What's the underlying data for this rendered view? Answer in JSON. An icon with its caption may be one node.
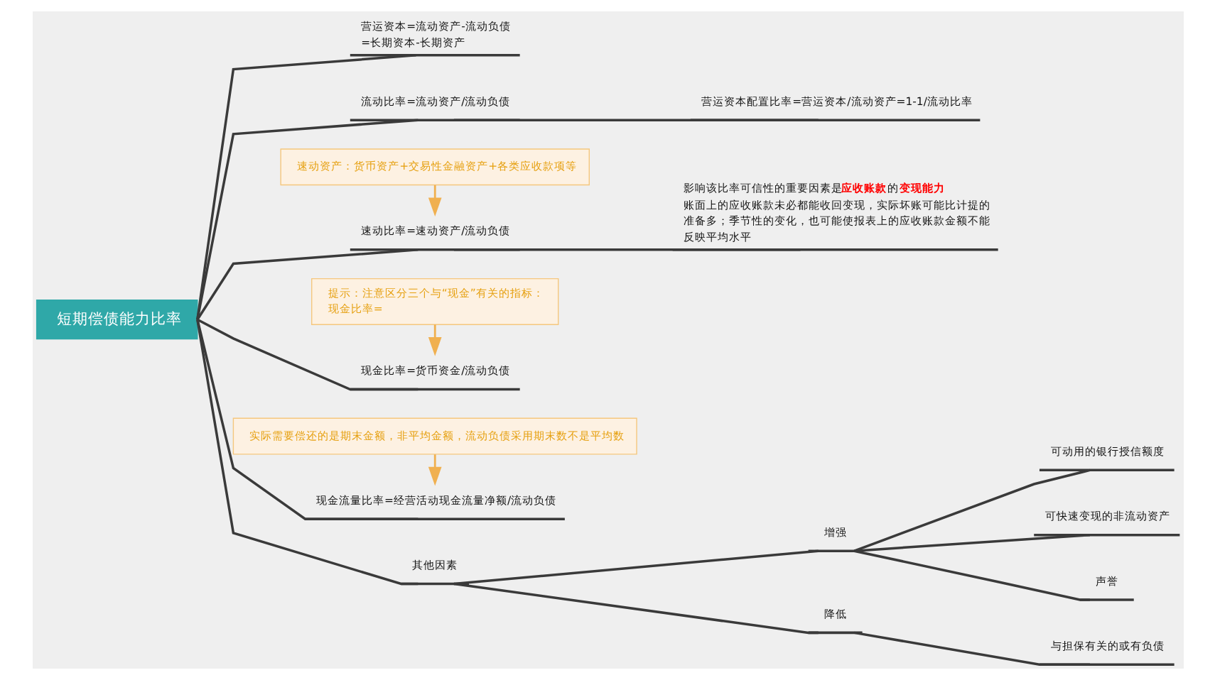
{
  "diagram": {
    "nodes": [
      {
        "text": [
          "短期偿债能力比率"
        ]
      },
      {
        "text": [
          "营运资本=流动资产-流动负债=长期资本-长期资产"
        ]
      },
      {
        "text": [
          "流动比率=流动资产/流动负债"
        ]
      },
      {
        "text": [
          "营运资本配置比率=营运资本/流动资产=1-1/流动比率"
        ]
      },
      {
        "text": [
          "速动资产：货币资产+交易性金融资产+各类应收款项等"
        ]
      },
      {
        "text": [
          "速动比率=速动资产/流动负债"
        ]
      },
      {
        "text": [
          "影响该比率可信性的重要因素是**应收账款**的**变现能力**",
          "账面上的应收账款未必都能收回变现，实际坏账可能比计提的准备多；季节性的变化，也可能使报表上的应收账款金额不能反映平均水平"
        ]
      },
      {
        "text": [
          "提示：注意区分三个与“现金”有关的指标：现金比率="
        ]
      },
      {
        "text": [
          "现金比率=货币资金/流动负债"
        ]
      },
      {
        "text": [
          "实际需要偿还的是期末金额，非平均金额，流动负债采用期末数不是平均数"
        ]
      },
      {
        "text": [
          "现金流量比率=经营活动现金流量净额/流动负债"
        ]
      },
      {
        "text": [
          "其他因素"
        ]
      },
      {
        "text": [
          "增强"
        ]
      },
      {
        "text": [
          "可动用的银行授信额度"
        ]
      },
      {
        "text": [
          "可快速变现的非流动资产"
        ]
      },
      {
        "text": [
          "声誉"
        ]
      },
      {
        "text": [
          "降低"
        ]
      },
      {
        "text": [
          "与担保有关的或有负债"
        ]
      }
    ],
    "edges": [
      {
        "from": 0,
        "to": 1,
        "arrow": "none"
      },
      {
        "from": 0,
        "to": 2,
        "arrow": "none"
      },
      {
        "from": 2,
        "to": 3,
        "arrow": "none"
      },
      {
        "from": 4,
        "to": 5,
        "arrow": "to",
        "color": "#f0b050"
      },
      {
        "from": 0,
        "to": 5,
        "arrow": "none"
      },
      {
        "from": 5,
        "to": 6,
        "arrow": "none"
      },
      {
        "from": 7,
        "to": 8,
        "arrow": "to",
        "color": "#f0b050"
      },
      {
        "from": 0,
        "to": 8,
        "arrow": "none"
      },
      {
        "from": 9,
        "to": 10,
        "arrow": "to",
        "color": "#f0b050"
      },
      {
        "from": 0,
        "to": 10,
        "arrow": "none"
      },
      {
        "from": 0,
        "to": 11,
        "arrow": "none"
      },
      {
        "from": 11,
        "to": 12,
        "arrow": "none"
      },
      {
        "from": 12,
        "to": 13,
        "arrow": "none"
      },
      {
        "from": 12,
        "to": 14,
        "arrow": "none"
      },
      {
        "from": 12,
        "to": 15,
        "arrow": "none"
      },
      {
        "from": 11,
        "to": 16,
        "arrow": "none"
      },
      {
        "from": 16,
        "to": 17,
        "arrow": "none"
      }
    ]
  }
}
